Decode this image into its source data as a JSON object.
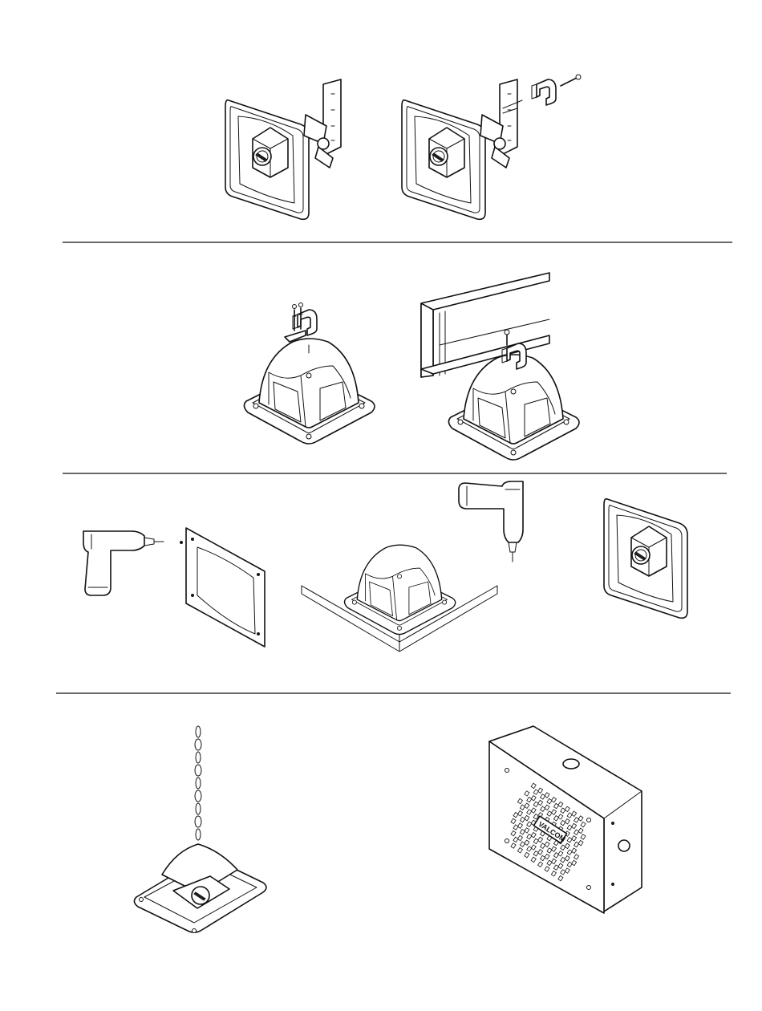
{
  "figures": [
    {
      "id": "horn-wall-bracket",
      "icon": "horn-speaker-with-wall-bracket"
    },
    {
      "id": "horn-wall-bracket-clamp",
      "icon": "horn-speaker-with-bracket-and-beam-clamp"
    },
    {
      "id": "horn-clamp-bolts",
      "icon": "horn-speaker-with-beam-clamp-and-bolts"
    },
    {
      "id": "horn-ibeam-mount",
      "icon": "horn-speaker-clamped-to-i-beam"
    },
    {
      "id": "drill-gasket",
      "icon": "drill-and-mounting-gasket"
    },
    {
      "id": "drill-surface-mount",
      "icon": "drill-fastening-horn-to-surface"
    },
    {
      "id": "horn-flush-mounted",
      "icon": "horn-speaker-flush-mounted"
    },
    {
      "id": "horn-chain-hung",
      "icon": "horn-speaker-hanging-from-chain"
    },
    {
      "id": "speaker-box",
      "icon": "perforated-speaker-enclosure",
      "logo_text": "VALCOM"
    }
  ],
  "dividers": 3
}
